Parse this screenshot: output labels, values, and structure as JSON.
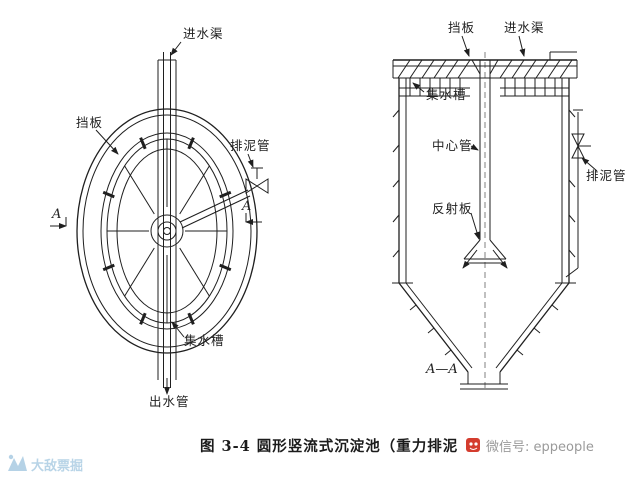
{
  "colors": {
    "ink": "#1f1f1f",
    "caption_gray": "#9a9a9a",
    "wechat_red": "#d43c2e",
    "watermark_blue": "#b5d2e6"
  },
  "plan": {
    "inlet_channel": "进水渠",
    "baffle": "挡板",
    "sludge_pipe": "排泥管",
    "collection_trough": "集水槽",
    "outlet_pipe": "出水管",
    "section_a_left": "A",
    "section_a_right": "A"
  },
  "section": {
    "baffle": "挡板",
    "inlet_channel": "进水渠",
    "collection_trough": "集水槽",
    "center_pipe": "中心管",
    "reflector_plate": "反射板",
    "sludge_pipe": "排泥管",
    "section_label": "A—A"
  },
  "caption": {
    "full": "图 3-4  圆形竖流式沉淀池（重力排泥"
  },
  "watermarks": {
    "wechat": "微信号: eppeople",
    "corner": "大敌票掘"
  }
}
